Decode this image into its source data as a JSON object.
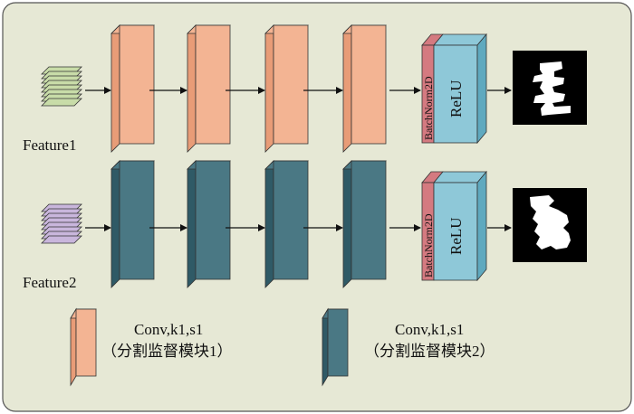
{
  "feature1_label": "Feature1",
  "feature2_label": "Feature2",
  "block_text": {
    "batchnorm": "BatchNorm2D",
    "relu": "ReLU"
  },
  "legend": [
    {
      "title": "Conv,k1,s1",
      "subtitle": "（分割监督模块1）"
    },
    {
      "title": "Conv,k1,s1",
      "subtitle": "（分割监督模块2）"
    }
  ],
  "colors": {
    "background": "#e6e8d5",
    "conv1_front": "#f3b493",
    "conv1_side": "#e89c77",
    "conv2_front": "#4a7884",
    "conv2_side": "#2f5a66",
    "feature1_stack": "#c8dca8",
    "feature2_stack": "#c9b6dc",
    "batchnorm": "#d47a80",
    "relu_front": "#8ec8d8",
    "relu_side": "#5fa9bf"
  }
}
